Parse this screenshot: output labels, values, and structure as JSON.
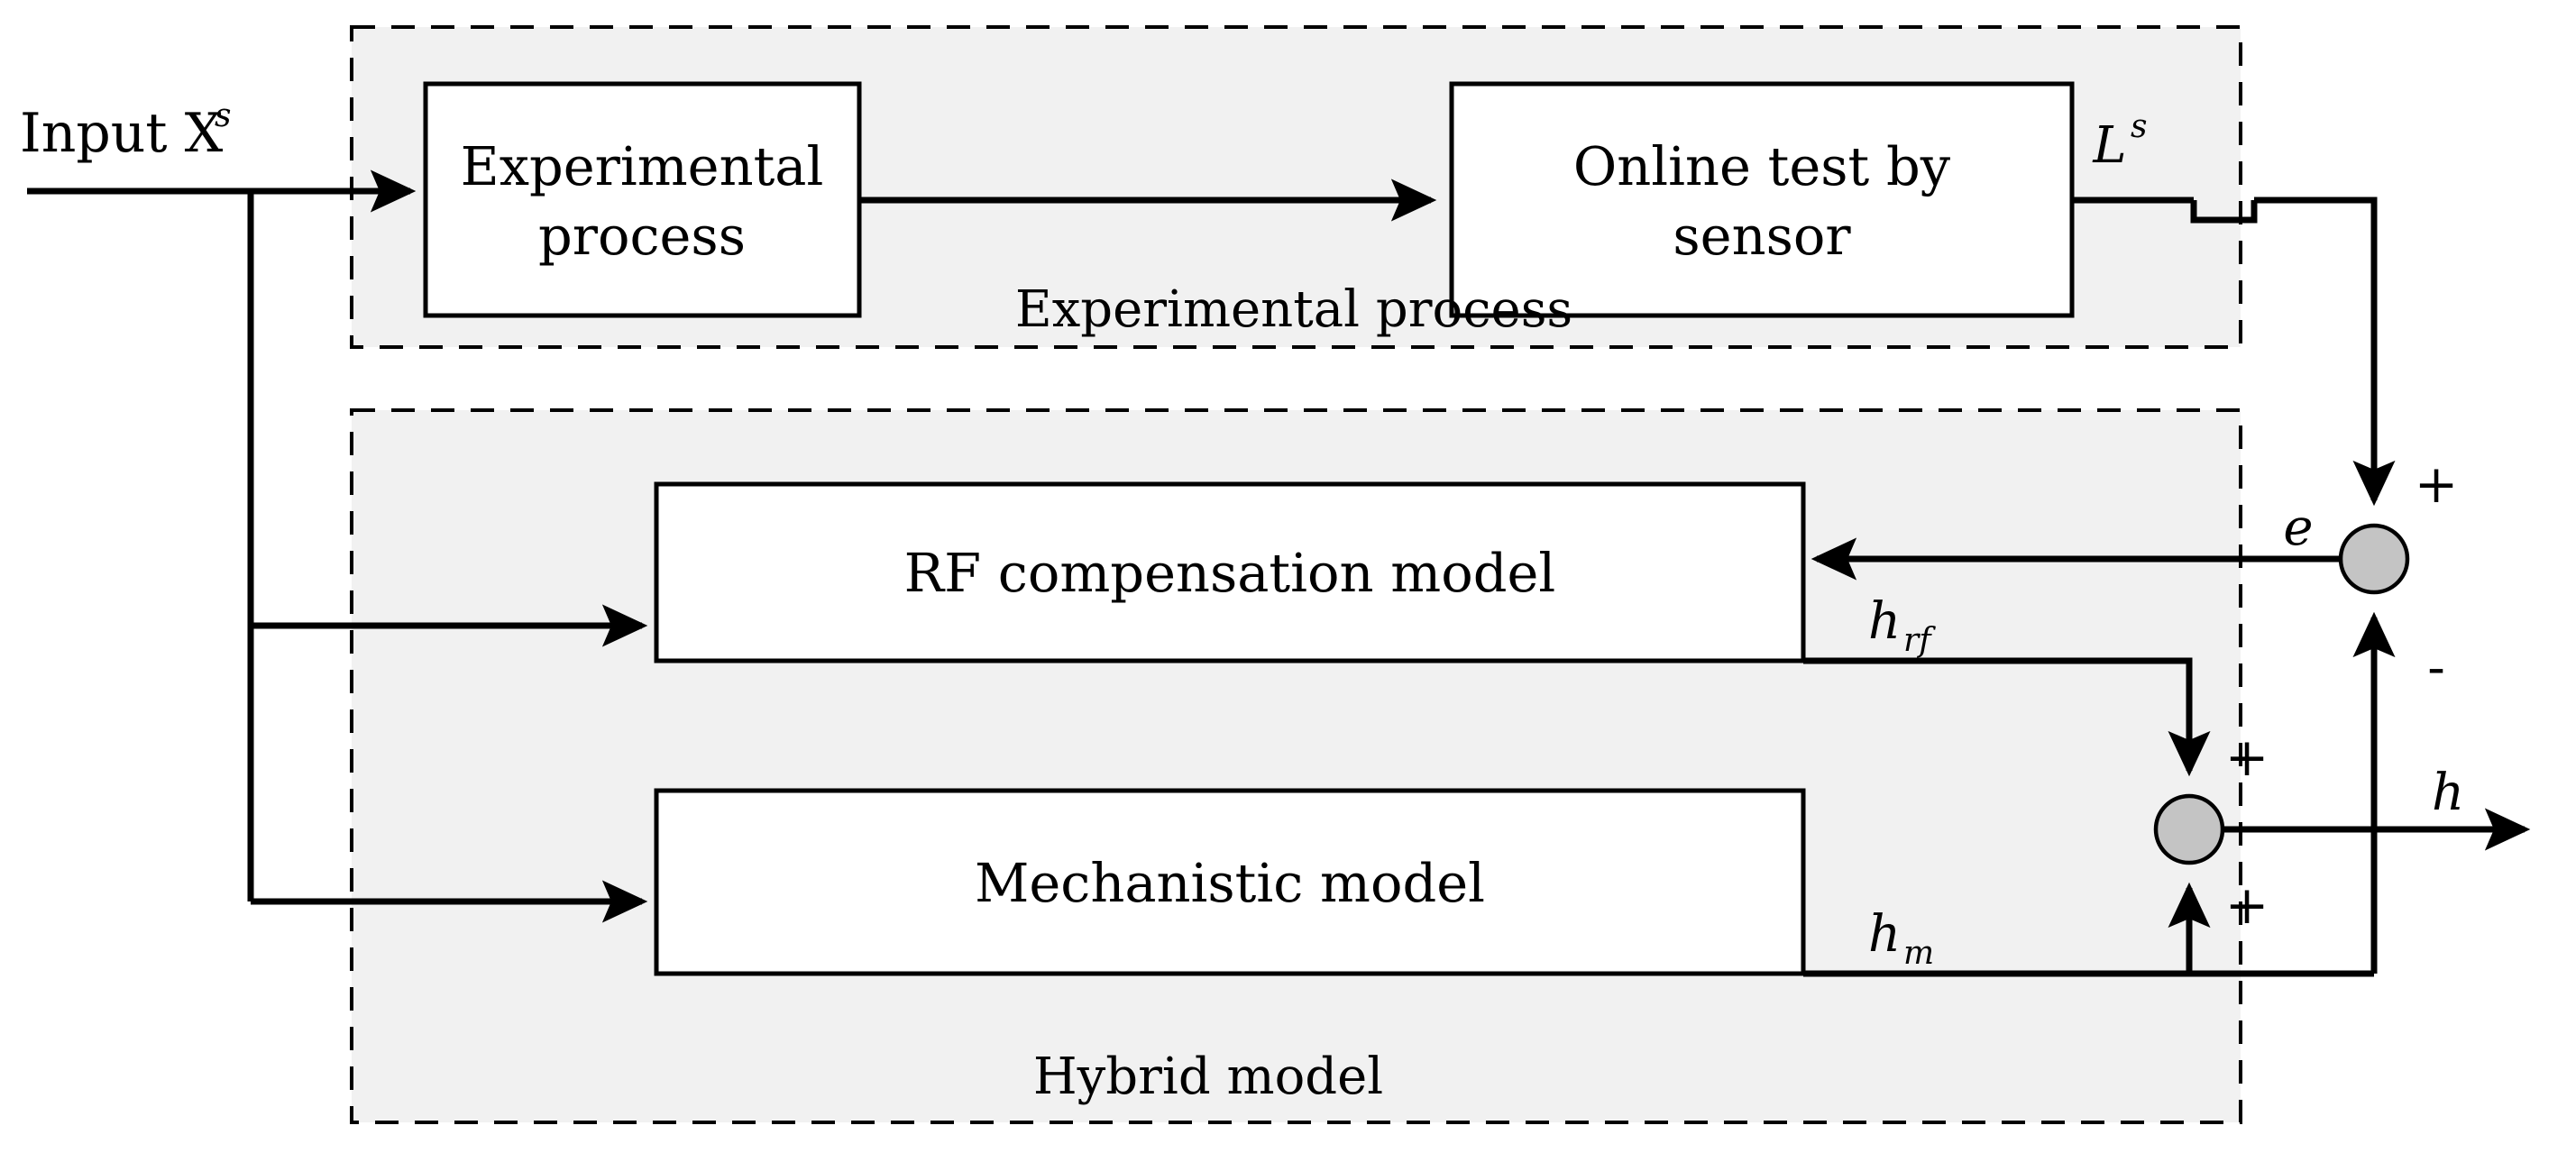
{
  "diagram": {
    "title_hidden": "Hybrid model block diagram",
    "input_label": "Input X",
    "input_superscript": "s",
    "groups": [
      {
        "id": "experimental",
        "label": "Experimental process"
      },
      {
        "id": "hybrid",
        "label": "Hybrid model"
      }
    ],
    "blocks": [
      {
        "id": "experimental-process",
        "line1": "Experimental",
        "line2": "process"
      },
      {
        "id": "online-test",
        "line1": "Online test by",
        "line2": "sensor"
      },
      {
        "id": "rf-compensation-model",
        "line1": "RF compensation model",
        "line2": ""
      },
      {
        "id": "mechanistic-model",
        "line1": "Mechanistic model",
        "line2": ""
      }
    ],
    "signals": [
      {
        "id": "ls",
        "base": "L",
        "sup": "s"
      },
      {
        "id": "e",
        "base": "e",
        "sub": ""
      },
      {
        "id": "hrf",
        "base": "h",
        "sub": "rf"
      },
      {
        "id": "hm",
        "base": "h",
        "sub": "m"
      },
      {
        "id": "h",
        "base": "h",
        "sub": ""
      }
    ],
    "signs": {
      "top_sum_plus": "+",
      "top_sum_minus": "-",
      "bottom_sum_plus_top": "+",
      "bottom_sum_plus_bottom": "+"
    },
    "colors": {
      "group_fill": "#f1f1f1",
      "group_border": "#000000",
      "block_fill": "#ffffff",
      "block_border": "#000000",
      "wire": "#000000",
      "sum_node_fill": "#c4c4c4",
      "background": "#ffffff"
    }
  }
}
